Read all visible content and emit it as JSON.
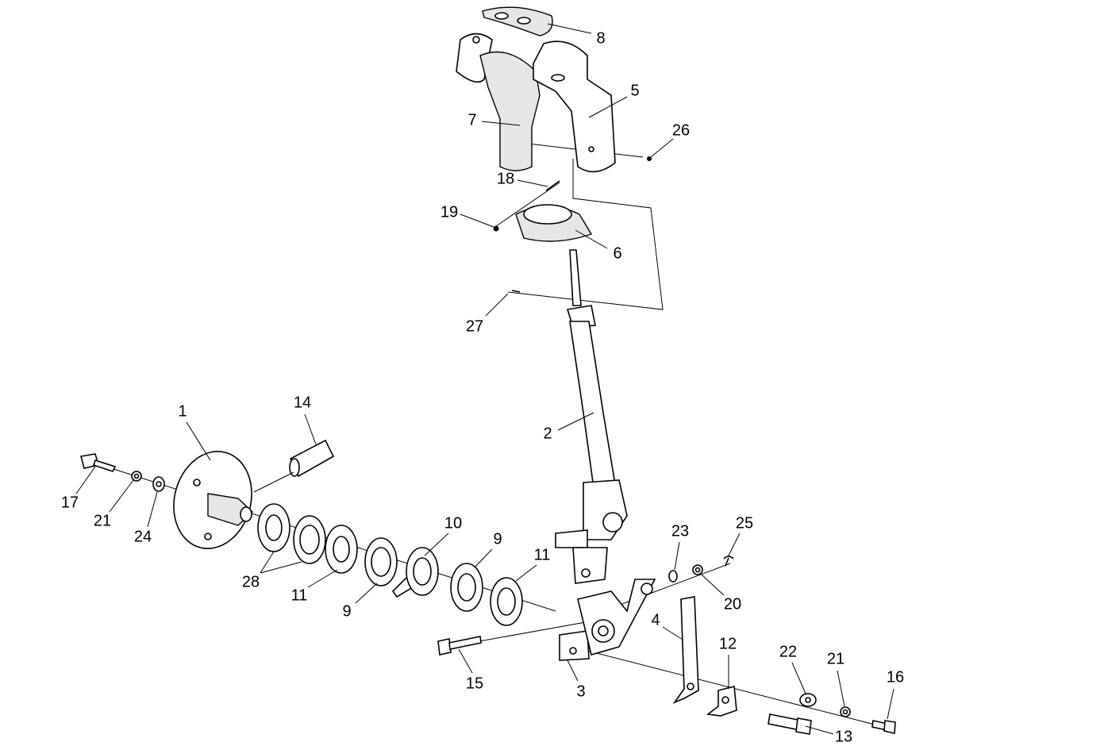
{
  "diagram": {
    "type": "exploded-parts-diagram",
    "callouts": [
      "8",
      "5",
      "7",
      "26",
      "18",
      "19",
      "6",
      "27",
      "14",
      "1",
      "2",
      "17",
      "21",
      "24",
      "10",
      "9",
      "11",
      "23",
      "25",
      "28",
      "11",
      "9",
      "20",
      "4",
      "12",
      "22",
      "21",
      "16",
      "15",
      "3",
      "13"
    ]
  }
}
